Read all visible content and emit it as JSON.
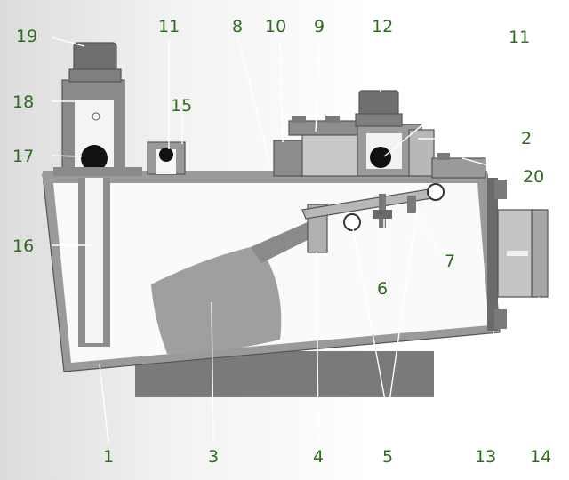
{
  "diagram": {
    "callouts": [
      {
        "id": "1",
        "label": "1"
      },
      {
        "id": "2",
        "label": "2"
      },
      {
        "id": "3",
        "label": "3"
      },
      {
        "id": "4",
        "label": "4"
      },
      {
        "id": "5",
        "label": "5"
      },
      {
        "id": "6",
        "label": "6"
      },
      {
        "id": "7",
        "label": "7"
      },
      {
        "id": "8",
        "label": "8"
      },
      {
        "id": "9",
        "label": "9"
      },
      {
        "id": "10",
        "label": "10"
      },
      {
        "id": "11a",
        "label": "11"
      },
      {
        "id": "11b",
        "label": "11"
      },
      {
        "id": "12",
        "label": "12"
      },
      {
        "id": "13",
        "label": "13"
      },
      {
        "id": "14",
        "label": "14"
      },
      {
        "id": "15",
        "label": "15"
      },
      {
        "id": "16",
        "label": "16"
      },
      {
        "id": "17",
        "label": "17"
      },
      {
        "id": "18",
        "label": "18"
      },
      {
        "id": "19",
        "label": "19"
      },
      {
        "id": "20",
        "label": "20"
      }
    ],
    "colors": {
      "label": "#2e6b1f",
      "housing": "#9a9a9a",
      "housing_inner": "#fafafa",
      "base": "#7a7a7a",
      "float": "#9f9f9f",
      "dark_fitting": "#6f6f6f",
      "ball": "#111111"
    }
  }
}
